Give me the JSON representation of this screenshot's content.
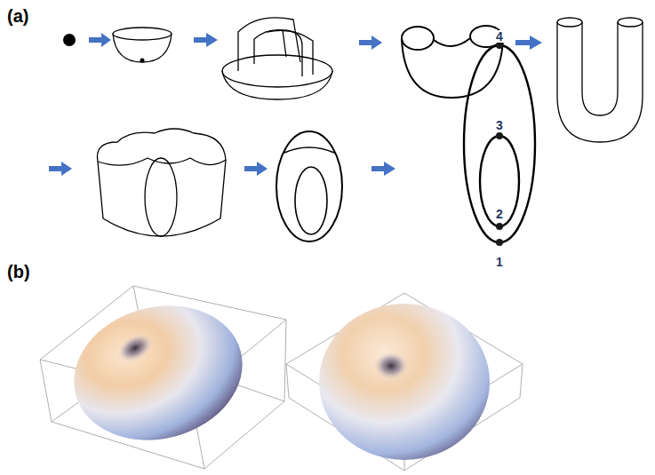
{
  "diagram": {
    "labels": [
      "(a)",
      "(b)",
      "4",
      "3",
      "2",
      "1"
    ]
  }
}
